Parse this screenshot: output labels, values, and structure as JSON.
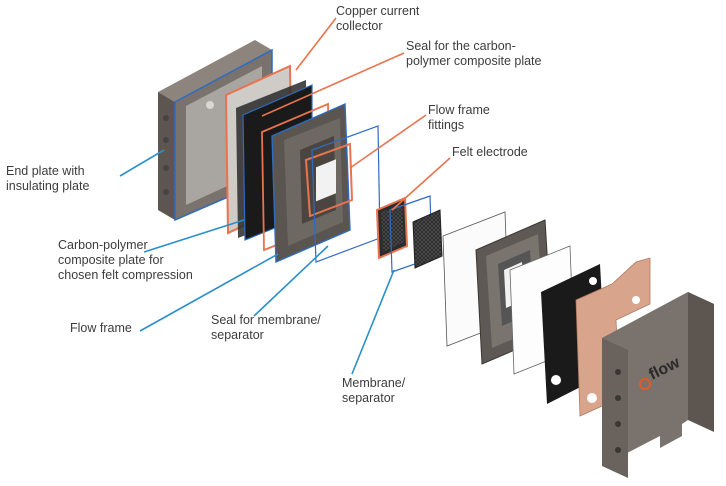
{
  "labels": {
    "copper_collector": "Copper current\ncollector",
    "seal_carbon": "Seal for the carbon-\npolymer composite plate",
    "flow_frame_fittings": "Flow frame\nfittings",
    "felt_electrode": "Felt electrode",
    "end_plate": "End plate with\ninsulating plate",
    "composite_plate": "Carbon-polymer\ncomposite plate for\nchosen felt compression",
    "flow_frame": "Flow frame",
    "seal_membrane": "Seal for membrane/\nseparator",
    "membrane": "Membrane/\nseparator"
  },
  "logo": {
    "text": "flow",
    "tagline": ""
  },
  "colors": {
    "orange_leader": "#e8734f",
    "blue_leader": "#2a8fc9",
    "end_plate": "#7a726c",
    "copper": "#d9a48c",
    "carbon": "#1f1f1f",
    "frame": "#5a5550",
    "seal_outline": "#3f6fc2",
    "felt": "#2c2c2c"
  },
  "icons": {
    "logo": "flow-logo-icon"
  }
}
